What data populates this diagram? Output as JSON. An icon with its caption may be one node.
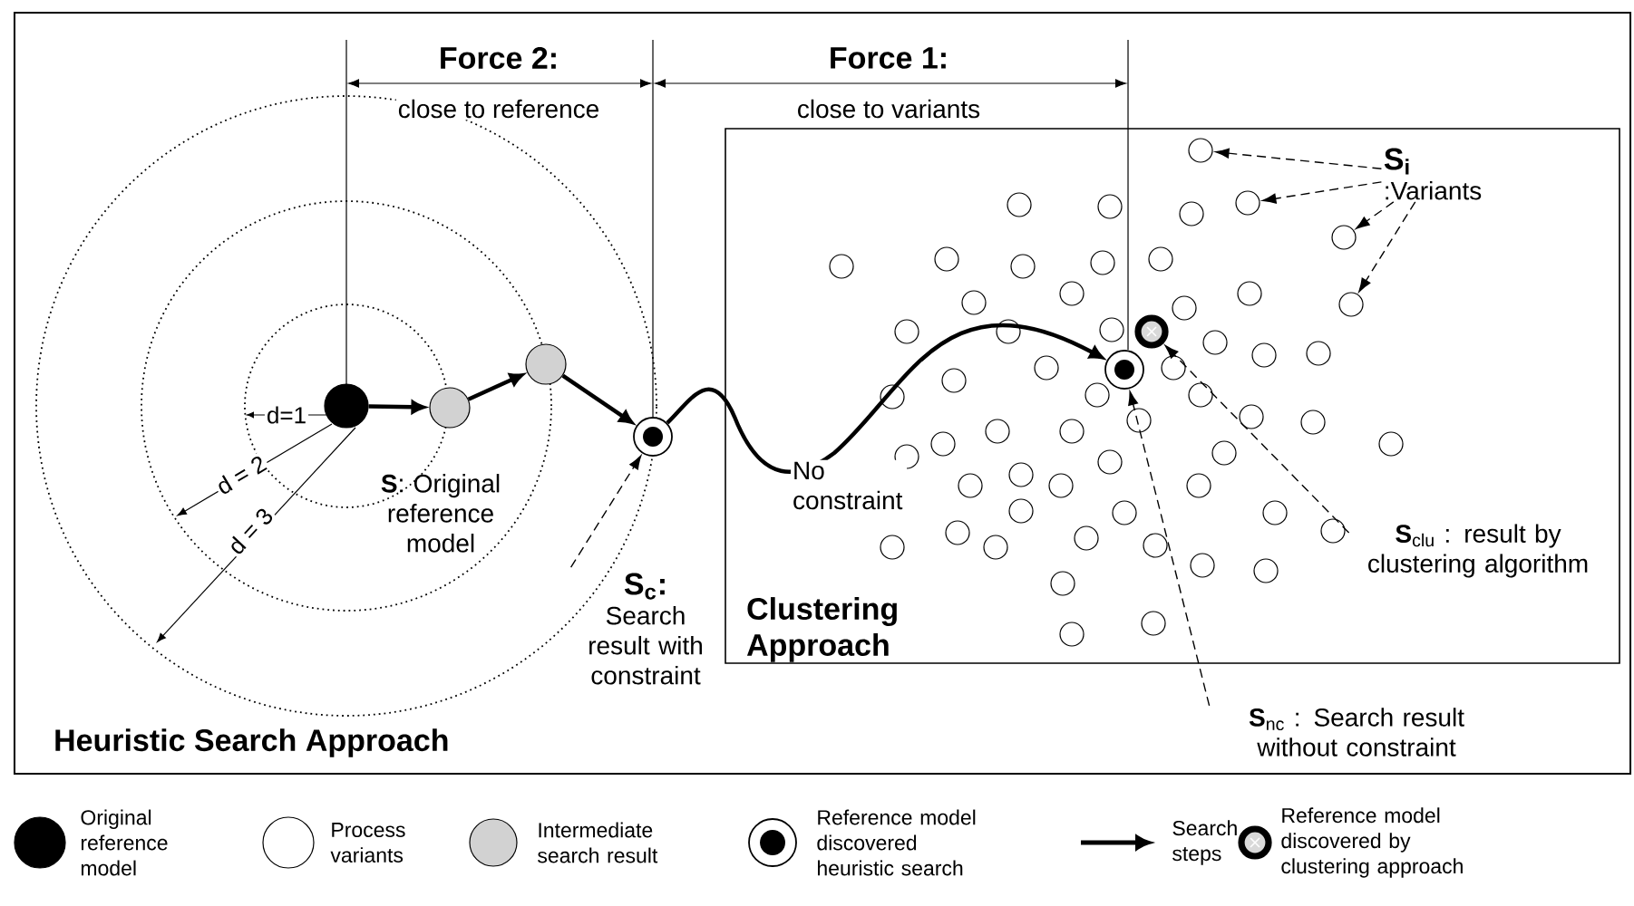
{
  "diagram": {
    "nodes": [
      {
        "text": [
          "Heuristic Search Approach"
        ]
      },
      {
        "text": [
          "Clustering Approach"
        ],
        "in": 0
      },
      {
        "text": [],
        "shape": "circle",
        "in": 0,
        "beside": [
          "**S**: Original reference model"
        ]
      },
      {
        "text": [],
        "shape": "circle",
        "in": 0
      },
      {
        "text": [],
        "shape": "circle",
        "in": 0
      },
      {
        "text": [],
        "shape": "circle",
        "in": 0
      },
      {
        "text": [],
        "shape": "circle",
        "in": 1
      },
      {
        "text": [],
        "shape": "circle",
        "in": 1
      },
      {
        "text": [
          "S$_{i}$",
          ":Variants"
        ],
        "in": 1
      },
      {
        "text": [],
        "shape": "circle",
        "in": 1
      },
      {
        "text": [],
        "shape": "circle",
        "in": 1
      },
      {
        "text": [],
        "shape": "circle",
        "in": 1
      },
      {
        "text": [],
        "shape": "circle",
        "in": 1
      },
      {
        "text": [
          "S$_{c}$:",
          "Search result with constraint"
        ],
        "in": 0
      },
      {
        "text": [
          "**S**$_{nc}$ : Search result without constraint"
        ],
        "in": 0
      },
      {
        "text": [
          "**S**$_{clu}$ : result by clustering algorithm"
        ],
        "in": 1
      },
      {
        "text": [],
        "shape": "circle",
        "in": 1
      },
      {
        "text": [],
        "shape": "circle",
        "in": 1
      },
      {
        "text": [],
        "shape": "circle",
        "in": 1
      },
      {
        "text": [],
        "shape": "circle",
        "in": 1
      },
      {
        "text": [],
        "shape": "circle",
        "in": 1
      },
      {
        "text": [],
        "shape": "circle",
        "in": 1
      },
      {
        "text": [],
        "shape": "circle",
        "in": 1
      },
      {
        "text": [],
        "shape": "circle",
        "in": 1
      },
      {
        "text": [],
        "shape": "circle",
        "in": 1
      },
      {
        "text": [],
        "shape": "circle",
        "in": 1
      },
      {
        "text": [],
        "shape": "circle",
        "in": 1
      },
      {
        "text": [],
        "shape": "circle",
        "in": 1
      },
      {
        "text": [],
        "shape": "circle",
        "in": 1
      },
      {
        "text": [],
        "shape": "circle",
        "in": 1
      },
      {
        "text": [],
        "shape": "circle",
        "in": 1
      },
      {
        "text": [],
        "shape": "circle",
        "in": 1
      },
      {
        "text": [],
        "shape": "circle",
        "in": 1
      },
      {
        "text": [],
        "shape": "circle",
        "in": 1
      },
      {
        "text": [],
        "shape": "circle",
        "in": 1
      },
      {
        "text": [],
        "shape": "circle",
        "in": 1
      },
      {
        "text": [],
        "shape": "circle",
        "in": 1
      },
      {
        "text": [],
        "shape": "circle",
        "in": 1
      },
      {
        "text": [],
        "shape": "circle",
        "in": 1
      },
      {
        "text": [],
        "shape": "circle",
        "in": 1
      },
      {
        "text": [],
        "shape": "circle",
        "in": 1
      },
      {
        "text": [],
        "shape": "circle",
        "in": 1
      },
      {
        "text": [],
        "shape": "circle",
        "in": 1
      },
      {
        "text": [],
        "shape": "circle",
        "in": 1
      },
      {
        "text": [],
        "shape": "circle",
        "in": 1
      },
      {
        "text": [],
        "shape": "circle",
        "in": 1
      },
      {
        "text": [],
        "shape": "circle",
        "in": 1
      },
      {
        "text": [],
        "shape": "circle",
        "in": 1
      },
      {
        "text": [],
        "shape": "circle",
        "in": 1
      },
      {
        "text": [],
        "shape": "circle",
        "in": 1
      },
      {
        "text": [],
        "shape": "circle",
        "in": 1
      },
      {
        "text": [],
        "shape": "circle",
        "in": 1
      },
      {
        "text": [],
        "shape": "circle",
        "in": 1
      },
      {
        "text": [],
        "shape": "circle",
        "in": 1
      },
      {
        "text": [],
        "shape": "circle",
        "in": 1
      },
      {
        "text": [],
        "shape": "circle",
        "in": 1
      },
      {
        "text": [],
        "shape": "circle",
        "in": 1
      },
      {
        "text": [],
        "shape": "circle",
        "in": 1
      },
      {
        "text": [],
        "shape": "circle",
        "in": 1
      },
      {
        "text": [],
        "shape": "circle",
        "in": 1
      },
      {
        "text": [],
        "shape": "circle",
        "in": 1
      },
      {
        "text": [],
        "shape": "circle",
        "in": 1
      },
      {
        "text": [],
        "shape": "circle",
        "in": 1
      },
      {
        "text": [],
        "shape": "circle",
        "in": 1
      },
      {
        "text": [],
        "shape": "circle",
        "in": 1
      },
      {
        "text": [],
        "shape": "circle",
        "in": 1
      },
      {
        "text": [],
        "shape": "circle",
        "in": 1
      },
      {
        "text": [],
        "shape": "circle",
        "in": 1
      }
    ],
    "edges": [
      {
        "from": 2,
        "to": 3,
        "arrow": "to",
        "style": "thick"
      },
      {
        "from": 3,
        "to": 4,
        "arrow": "to",
        "style": "thick"
      },
      {
        "from": 4,
        "to": 5,
        "arrow": "to",
        "style": "thick"
      },
      {
        "from": 5,
        "to": 6,
        "arrow": "to",
        "style": "thick",
        "label": "No constraint"
      },
      {
        "from": 8,
        "to": 9,
        "arrow": "to",
        "style": "dashed"
      },
      {
        "from": 8,
        "to": 10,
        "arrow": "to",
        "style": "dashed"
      },
      {
        "from": 8,
        "to": 11,
        "arrow": "to",
        "style": "dashed"
      },
      {
        "from": 8,
        "to": 12,
        "arrow": "to",
        "style": "dashed"
      },
      {
        "from": 13,
        "to": 5,
        "arrow": "to",
        "style": "dashed"
      },
      {
        "from": 14,
        "to": 6,
        "arrow": "to",
        "style": "dashed"
      },
      {
        "from": 15,
        "to": 7,
        "arrow": "to",
        "style": "dashed"
      }
    ],
    "labels": [
      "Force 2:",
      "close to reference",
      "Force 1:",
      "close to variants",
      "d=1",
      "d = 2",
      "d = 3"
    ],
    "legend": [
      {
        "text": "Original reference model"
      },
      {
        "text": "Process variants"
      },
      {
        "text": "Intermediate search result"
      },
      {
        "text": "Reference model discovered heuristic search"
      },
      {
        "text": "Search steps"
      },
      {
        "text": "Reference model discovered by clustering approach"
      }
    ]
  }
}
